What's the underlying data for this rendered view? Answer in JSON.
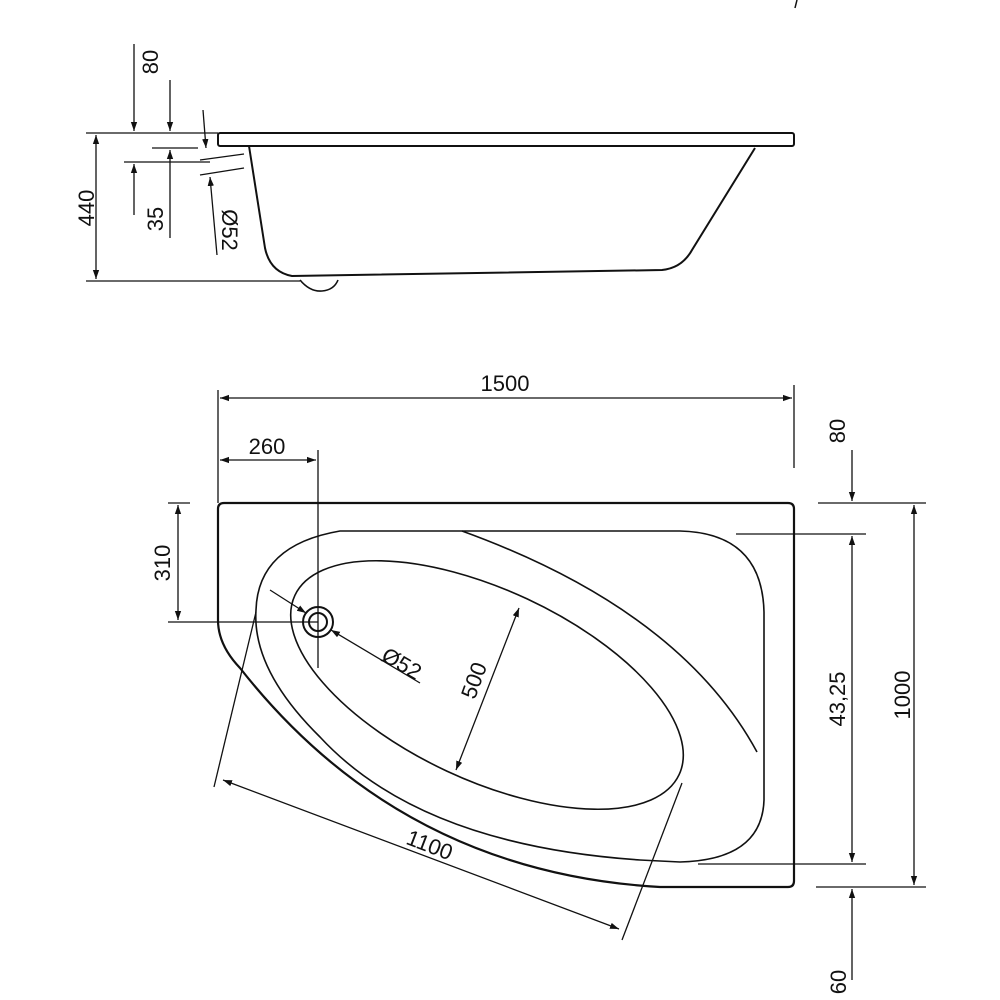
{
  "side_view": {
    "dims": {
      "d80": "80",
      "d35": "35",
      "d440": "440",
      "dia52": "Ø52"
    }
  },
  "top_view": {
    "dims": {
      "d1500": "1500",
      "d260": "260",
      "d310": "310",
      "d80": "80",
      "dia52": "Ø52",
      "d500": "500",
      "d4325": "43,25",
      "d1000": "1000",
      "d1100": "1100",
      "d60": "60"
    }
  }
}
